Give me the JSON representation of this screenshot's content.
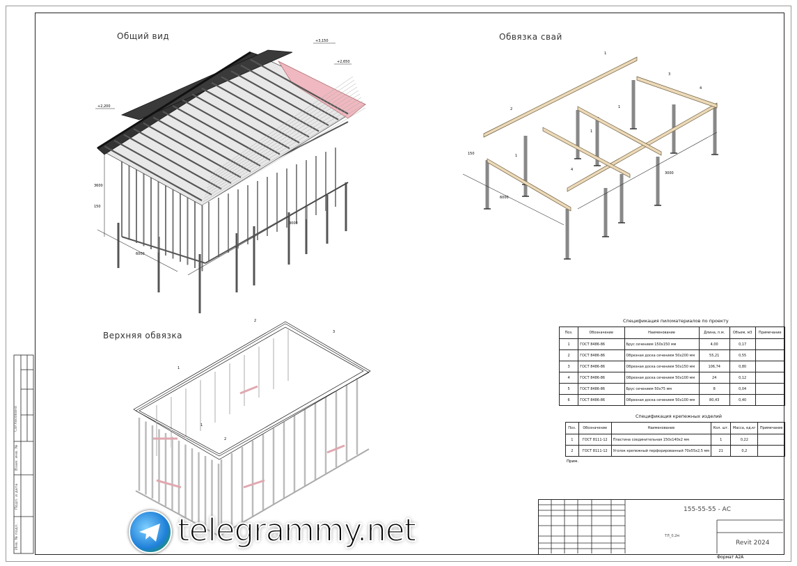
{
  "views": {
    "general": {
      "title": "Общий вид",
      "marks": [
        "+3,150",
        "+2,650",
        "+2,200",
        "3600",
        "150",
        "6000",
        "3000"
      ]
    },
    "piles": {
      "title": "Обвязка свай",
      "callouts": [
        "1",
        "2",
        "3",
        "4",
        "1",
        "1",
        "1",
        "4"
      ],
      "dims": [
        "6000",
        "3000",
        "150"
      ]
    },
    "top": {
      "title": "Верхняя обвязка",
      "callouts": [
        "1",
        "2",
        "3",
        "1",
        "2"
      ]
    }
  },
  "lumber_table": {
    "title": "Спецификация пиломатериалов по проекту",
    "headers": [
      "Поз.",
      "Обозначение",
      "Наименование",
      "Длина, п.м.",
      "Объем, м3",
      "Примечание"
    ],
    "rows": [
      [
        "1",
        "ГОСТ 8486-86",
        "Брус сечением 150х150 мм",
        "4,00",
        "0,17",
        ""
      ],
      [
        "2",
        "ГОСТ 8486-86",
        "Обрезная доска сечением 50х200 мм",
        "55,21",
        "0,55",
        ""
      ],
      [
        "3",
        "ГОСТ 8486-86",
        "Обрезная доска сечением 50х150 мм",
        "106,74",
        "0,80",
        ""
      ],
      [
        "4",
        "ГОСТ 8486-86",
        "Обрезная доска сечением 50х100 мм",
        "24",
        "0,12",
        ""
      ],
      [
        "5",
        "ГОСТ 8486-86",
        "Брус сечением 50х75 мм",
        "8",
        "0,04",
        ""
      ],
      [
        "6",
        "ГОСТ 8486-86",
        "Обрезная доска сечением 50х100 мм",
        "80,43",
        "0,40",
        ""
      ]
    ]
  },
  "fastener_table": {
    "title": "Спецификация крепежных изделий",
    "headers": [
      "Поз.",
      "Обозначение",
      "Наименование",
      "Кол. шт.",
      "Масса, ед.кг",
      "Примечание"
    ],
    "rows": [
      [
        "1",
        "ГОСТ 8111-12",
        "Пластина соединительная 150х140х2 мм",
        "1",
        "0,22",
        ""
      ],
      [
        "2",
        "ГОСТ 8111-12",
        "Уголок крепежный перфорированный 70х55х2,5 мм",
        "21",
        "0,2",
        ""
      ]
    ],
    "note": "Прим."
  },
  "title_block": {
    "code": "155-55-55 - АС",
    "software": "Revit 2024",
    "small_text": "ТЛ_0,2м",
    "format": "Формат А2А"
  },
  "side_stamp": {
    "labels": [
      "Согласовано",
      "Взам. инв. №",
      "Подп. и дата",
      "Инв. № подл."
    ]
  },
  "watermark": "telegrammy.net"
}
